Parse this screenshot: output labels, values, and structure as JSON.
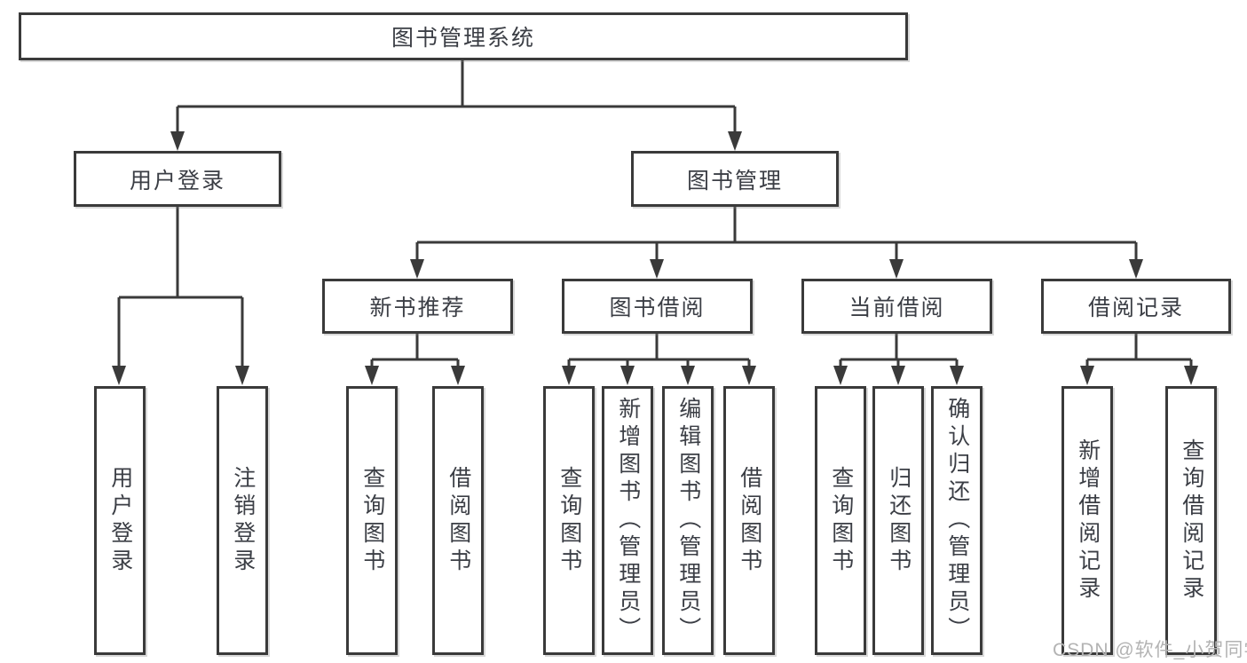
{
  "colors": {
    "line": "#3a3a3a",
    "text": "#3b3e45",
    "boxbg": "#ffffff",
    "wm": "#b3b3b3"
  },
  "watermark": {
    "text": "CSDN @软件_小贺同学"
  },
  "tree": {
    "label": "图书管理系统",
    "children": [
      {
        "label": "用户登录",
        "children": [
          {
            "label": "用户登录"
          },
          {
            "label": "注销登录"
          }
        ]
      },
      {
        "label": "图书管理",
        "children": [
          {
            "label": "新书推荐",
            "children": [
              {
                "label": "查询图书"
              },
              {
                "label": "借阅图书"
              }
            ]
          },
          {
            "label": "图书借阅",
            "children": [
              {
                "label": "查询图书"
              },
              {
                "label": "新增图书（管理员）"
              },
              {
                "label": "编辑图书（管理员）"
              },
              {
                "label": "借阅图书"
              }
            ]
          },
          {
            "label": "当前借阅",
            "children": [
              {
                "label": "查询图书"
              },
              {
                "label": "归还图书"
              },
              {
                "label": "确认归还（管理员）"
              }
            ]
          },
          {
            "label": "借阅记录",
            "children": [
              {
                "label": "新增借阅记录"
              },
              {
                "label": "查询借阅记录"
              }
            ]
          }
        ]
      }
    ]
  }
}
